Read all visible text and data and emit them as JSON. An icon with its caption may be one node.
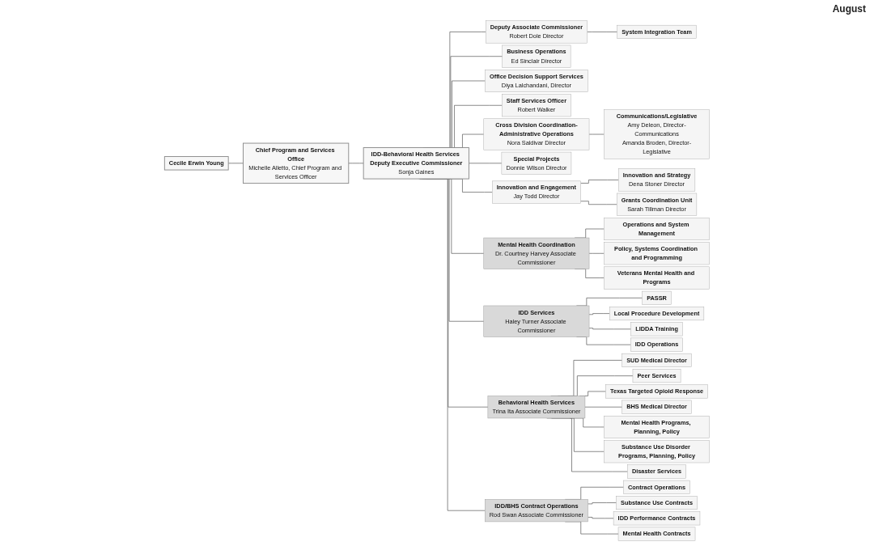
{
  "diagram": {
    "nodes": [
      {
        "text": [
          "Cecile Erwin Young"
        ]
      },
      {
        "text": [
          "Chief Program and Services Office",
          "Michelle Alletto, Chief Program and Services Officer"
        ]
      },
      {
        "text": [
          "IDD-Behavioral Health Services Deputy Executive Commissioner",
          "Sonja Gaines"
        ]
      },
      {
        "text": [
          "Deputy Associate Commissioner",
          "Robert Dole Director"
        ]
      },
      {
        "text": [
          "System Integration Team"
        ]
      },
      {
        "text": [
          "Business Operations",
          "Ed Sinclair Director"
        ]
      },
      {
        "text": [
          "Office Decision Support Services",
          "Diya Lalchandani, Director"
        ]
      },
      {
        "text": [
          "Staff Services Officer",
          "Robert Walker"
        ]
      },
      {
        "text": [
          "Cross Division Coordination-Administrative Operations",
          "Nora Saldivar Director"
        ]
      },
      {
        "text": [
          "Communications/Legislative",
          "Amy Deleon, Director-Communications",
          "Amanda Broden, Director-Legislative"
        ]
      },
      {
        "text": [
          "Special Projects",
          "Donnie Wilson Director"
        ]
      },
      {
        "text": [
          "Innovation and Engagement",
          "Jay Todd Director"
        ]
      },
      {
        "text": [
          "Innovation and Strategy",
          "Dena Stoner Director"
        ]
      },
      {
        "text": [
          "Grants Coordination Unit",
          "Sarah Tillman Director"
        ]
      },
      {
        "text": [
          "Mental Health Coordination",
          "Dr. Courtney Harvey Associate Commissioner"
        ]
      },
      {
        "text": [
          "Operations and System Management"
        ]
      },
      {
        "text": [
          "Policy, Systems Coordination and Programming"
        ]
      },
      {
        "text": [
          "Veterans Mental Health and Programs"
        ]
      },
      {
        "text": [
          "IDD Services",
          "Haley Turner Associate Commissioner"
        ]
      },
      {
        "text": [
          "PASSR"
        ]
      },
      {
        "text": [
          "Local Procedure Development"
        ]
      },
      {
        "text": [
          "LIDDA Training"
        ]
      },
      {
        "text": [
          "IDD Operations"
        ]
      },
      {
        "text": [
          "Behavioral Health Services",
          "Trina Ita Associate Commissioner"
        ]
      },
      {
        "text": [
          "SUD Medical Director"
        ]
      },
      {
        "text": [
          "Peer Services"
        ]
      },
      {
        "text": [
          "Texas Targeted Opioid Response"
        ]
      },
      {
        "text": [
          "BHS Medical Director"
        ]
      },
      {
        "text": [
          "Mental Health Programs, Planning, Policy"
        ]
      },
      {
        "text": [
          "Substance Use Disorder Programs, Planning, Policy"
        ]
      },
      {
        "text": [
          "Disaster Services"
        ]
      },
      {
        "text": [
          "IDD/BHS Contract Operations",
          "Rod Swan Associate Commissioner"
        ]
      },
      {
        "text": [
          "Contract Operations"
        ]
      },
      {
        "text": [
          "Substance Use Contracts"
        ]
      },
      {
        "text": [
          "IDD Performance Contracts"
        ]
      },
      {
        "text": [
          "Mental Health Contracts"
        ]
      }
    ],
    "edges": [
      {
        "from": 0,
        "to": 1,
        "arrow": "none"
      },
      {
        "from": 1,
        "to": 2,
        "arrow": "none"
      },
      {
        "from": 2,
        "to": 3,
        "arrow": "none"
      },
      {
        "from": 3,
        "to": 4,
        "arrow": "none"
      },
      {
        "from": 2,
        "to": 5,
        "arrow": "none"
      },
      {
        "from": 2,
        "to": 6,
        "arrow": "none"
      },
      {
        "from": 2,
        "to": 7,
        "arrow": "none"
      },
      {
        "from": 2,
        "to": 8,
        "arrow": "none"
      },
      {
        "from": 8,
        "to": 9,
        "arrow": "none"
      },
      {
        "from": 2,
        "to": 10,
        "arrow": "none"
      },
      {
        "from": 2,
        "to": 11,
        "arrow": "none"
      },
      {
        "from": 11,
        "to": 12,
        "arrow": "none"
      },
      {
        "from": 11,
        "to": 13,
        "arrow": "none"
      },
      {
        "from": 2,
        "to": 14,
        "arrow": "none"
      },
      {
        "from": 14,
        "to": 15,
        "arrow": "none"
      },
      {
        "from": 14,
        "to": 16,
        "arrow": "none"
      },
      {
        "from": 14,
        "to": 17,
        "arrow": "none"
      },
      {
        "from": 2,
        "to": 18,
        "arrow": "none"
      },
      {
        "from": 18,
        "to": 19,
        "arrow": "none"
      },
      {
        "from": 18,
        "to": 20,
        "arrow": "none"
      },
      {
        "from": 18,
        "to": 21,
        "arrow": "none"
      },
      {
        "from": 18,
        "to": 22,
        "arrow": "none"
      },
      {
        "from": 2,
        "to": 23,
        "arrow": "none"
      },
      {
        "from": 23,
        "to": 24,
        "arrow": "none"
      },
      {
        "from": 23,
        "to": 25,
        "arrow": "none"
      },
      {
        "from": 23,
        "to": 26,
        "arrow": "none"
      },
      {
        "from": 23,
        "to": 27,
        "arrow": "none"
      },
      {
        "from": 23,
        "to": 28,
        "arrow": "none"
      },
      {
        "from": 23,
        "to": 29,
        "arrow": "none"
      },
      {
        "from": 23,
        "to": 30,
        "arrow": "none"
      },
      {
        "from": 2,
        "to": 31,
        "arrow": "none"
      },
      {
        "from": 31,
        "to": 32,
        "arrow": "none"
      },
      {
        "from": 31,
        "to": 33,
        "arrow": "none"
      },
      {
        "from": 31,
        "to": 34,
        "arrow": "none"
      },
      {
        "from": 31,
        "to": 35,
        "arrow": "none"
      }
    ],
    "labels": [
      "August"
    ]
  }
}
